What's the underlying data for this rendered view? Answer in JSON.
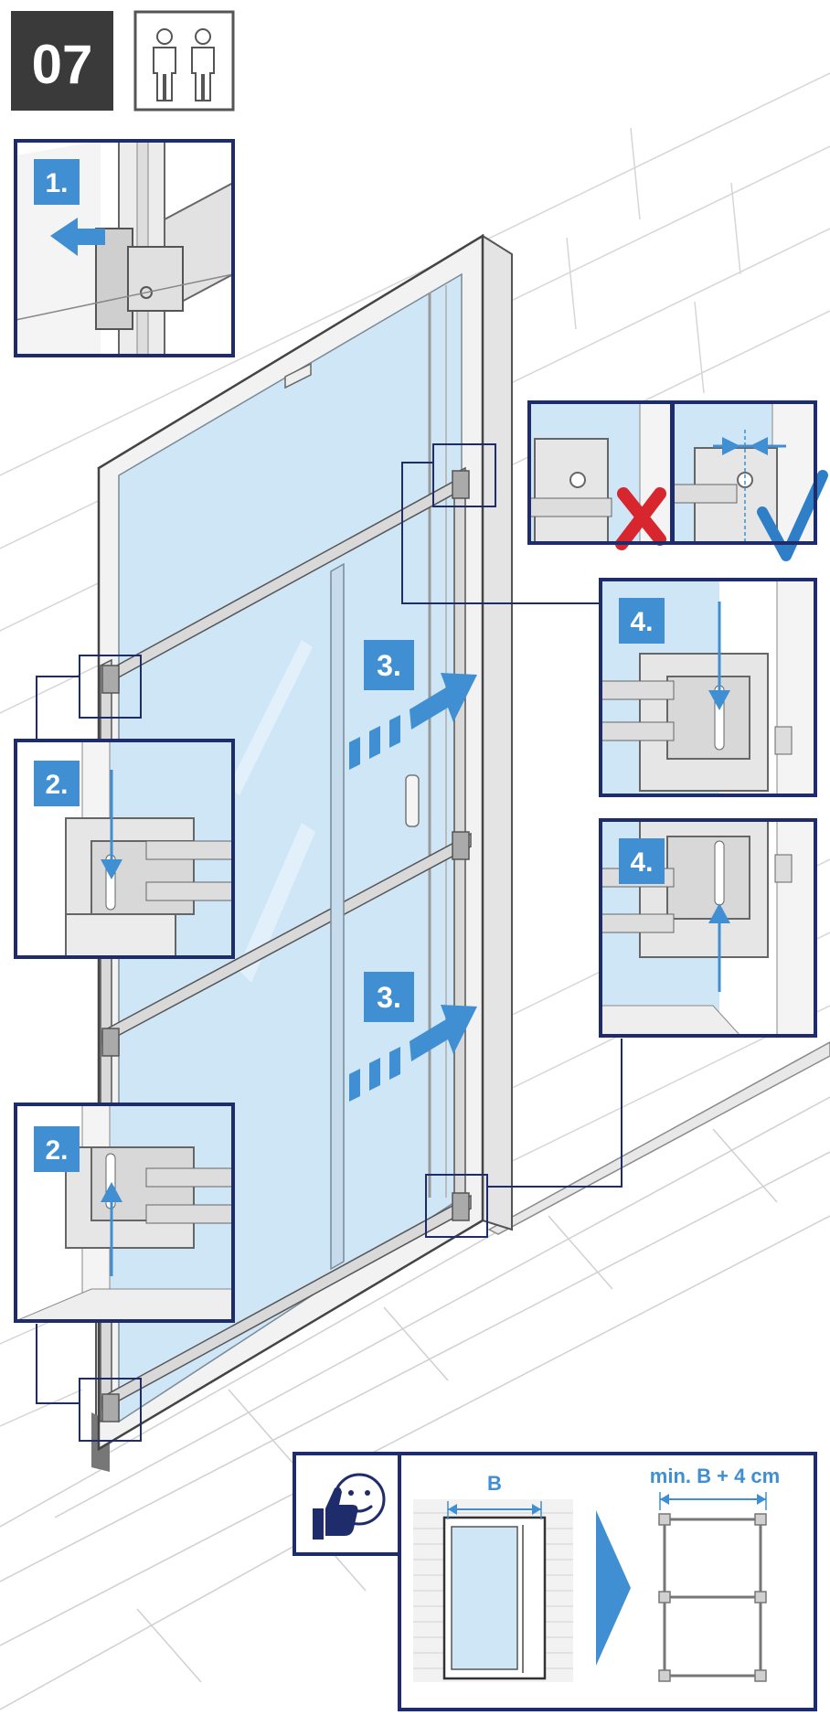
{
  "step": {
    "number": "07",
    "persons_icon": "two-persons-icon"
  },
  "steps": {
    "s1": "1.",
    "s2_top": "2.",
    "s2_bottom": "2.",
    "s3_upper": "3.",
    "s3_lower": "3.",
    "s4_top": "4.",
    "s4_bottom": "4."
  },
  "check": {
    "wrong_icon": "cross-icon",
    "right_icon": "checkmark-icon"
  },
  "tip": {
    "icon": "thumbs-up-smiley-icon",
    "width_label": "B",
    "min_label": "min. B + 4 cm",
    "arrow_icon": "play-arrow-icon"
  },
  "colors": {
    "navy": "#1e2c6b",
    "accent_blue": "#3f8fd2",
    "glass": "#cfe6f7",
    "dark_badge": "#3a3a3a",
    "wrong_red": "#d7262e",
    "right_blue": "#2f7fc8"
  }
}
